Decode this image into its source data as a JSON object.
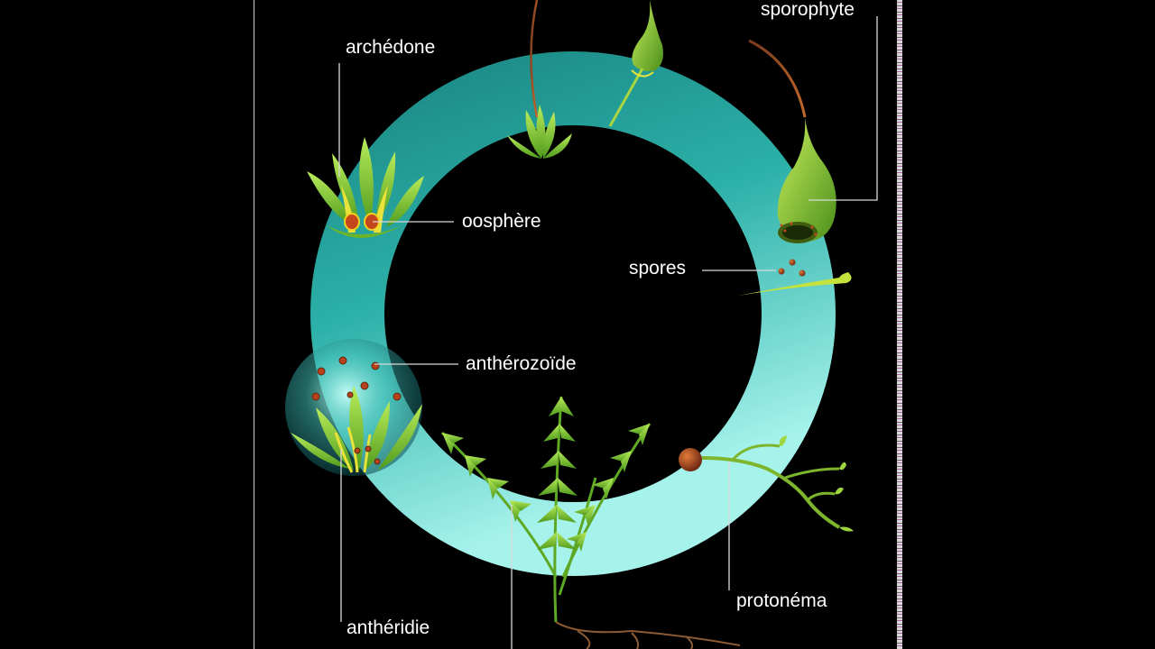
{
  "labels": {
    "archedone": "archédone",
    "oosphere": "oosphère",
    "sporophyte": "sporophyte",
    "spores": "spores",
    "antherozoide": "anthérozoïde",
    "antheridie": "anthéridie",
    "protonema": "protonéma"
  },
  "colors": {
    "background": "#000000",
    "ring_dark": "#1f8f8a",
    "ring_light": "#9ff2ea",
    "plant_green": "#8fd43a",
    "plant_dark": "#4f9a1c",
    "yellow": "#e8e23a",
    "red_brown": "#b8401a",
    "label_text": "#ffffff",
    "leader_line": "#d9d9d9"
  }
}
